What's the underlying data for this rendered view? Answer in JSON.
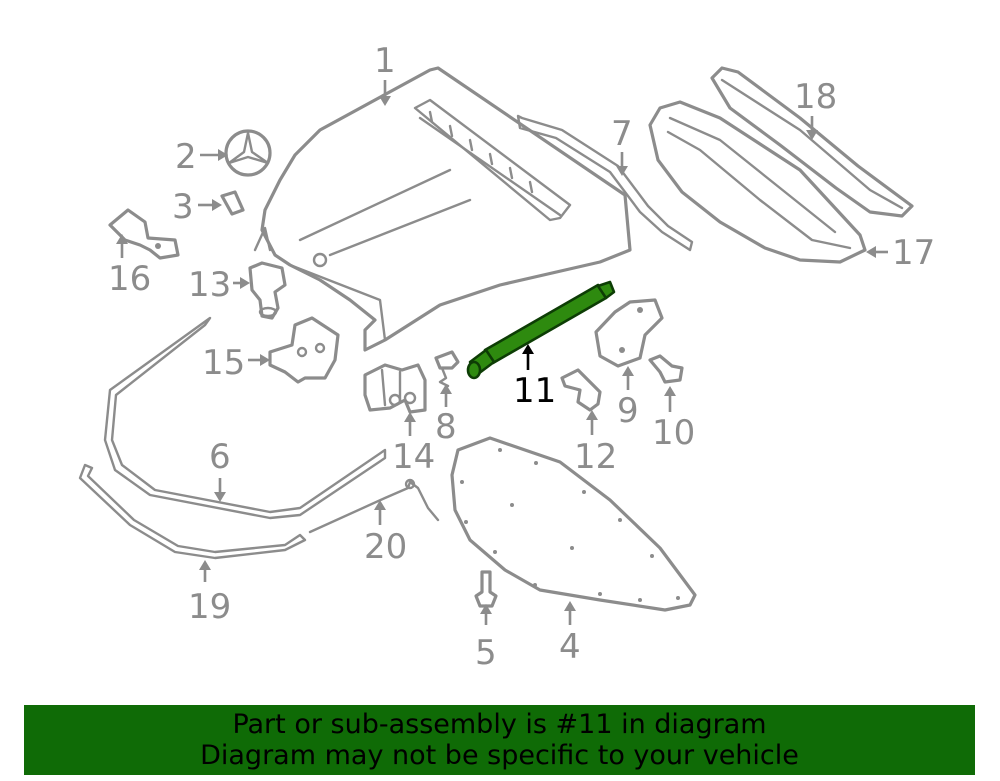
{
  "diagram": {
    "highlight_color": "#2e8a0f",
    "part_color": "#8c8c8c",
    "callouts": [
      {
        "id": "1",
        "label": "1"
      },
      {
        "id": "2",
        "label": "2"
      },
      {
        "id": "3",
        "label": "3"
      },
      {
        "id": "4",
        "label": "4"
      },
      {
        "id": "5",
        "label": "5"
      },
      {
        "id": "6",
        "label": "6"
      },
      {
        "id": "7",
        "label": "7"
      },
      {
        "id": "8",
        "label": "8"
      },
      {
        "id": "9",
        "label": "9"
      },
      {
        "id": "10",
        "label": "10"
      },
      {
        "id": "11",
        "label": "11"
      },
      {
        "id": "12",
        "label": "12"
      },
      {
        "id": "13",
        "label": "13"
      },
      {
        "id": "14",
        "label": "14"
      },
      {
        "id": "15",
        "label": "15"
      },
      {
        "id": "16",
        "label": "16"
      },
      {
        "id": "17",
        "label": "17"
      },
      {
        "id": "18",
        "label": "18"
      },
      {
        "id": "19",
        "label": "19"
      },
      {
        "id": "20",
        "label": "20"
      }
    ],
    "highlighted_part": "11"
  },
  "banner": {
    "line1": "Part or sub-assembly is #11 in diagram",
    "line2": "Diagram may not be specific to your vehicle",
    "background": "#0f6b06"
  }
}
